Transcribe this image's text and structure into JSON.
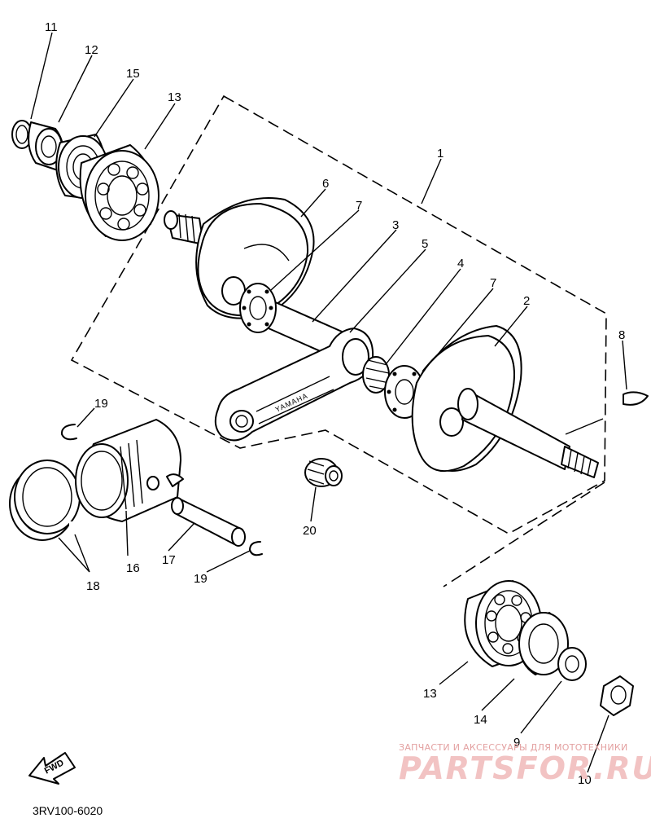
{
  "diagram_code": "3RV100-6020",
  "fwd_label": "FWD",
  "rod_brand": "YAMAHA",
  "watermark": {
    "tagline": "ЗАПЧАСТИ И АКСЕССУАРЫ ДЛЯ МОТОТЕХНИКИ",
    "brand": "PARTSFOR.RU"
  },
  "callouts": {
    "c1": "1",
    "c2": "2",
    "c3": "3",
    "c4": "4",
    "c5": "5",
    "c6": "6",
    "c7a": "7",
    "c7b": "7",
    "c8": "8",
    "c9": "9",
    "c10": "10",
    "c11": "11",
    "c12": "12",
    "c13a": "13",
    "c13b": "13",
    "c14": "14",
    "c15": "15",
    "c16": "16",
    "c17": "17",
    "c18": "18",
    "c19a": "19",
    "c19b": "19",
    "c20": "20"
  }
}
